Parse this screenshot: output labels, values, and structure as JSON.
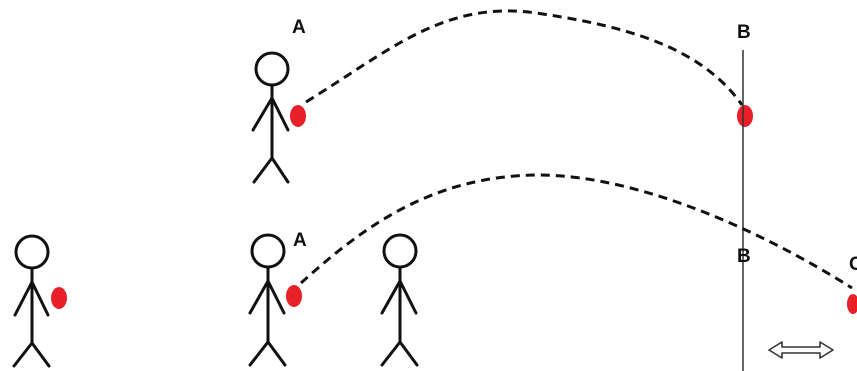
{
  "labels": {
    "a_top": "A",
    "b_top": "B",
    "a_bottom": "A",
    "b_bottom": "B",
    "c_bottom": "C"
  },
  "colors": {
    "ball": "#e8202a",
    "ink": "#111111",
    "background": "#ffffff"
  },
  "icons": {
    "arrow": "double-headed-hollow-arrow-icon"
  }
}
